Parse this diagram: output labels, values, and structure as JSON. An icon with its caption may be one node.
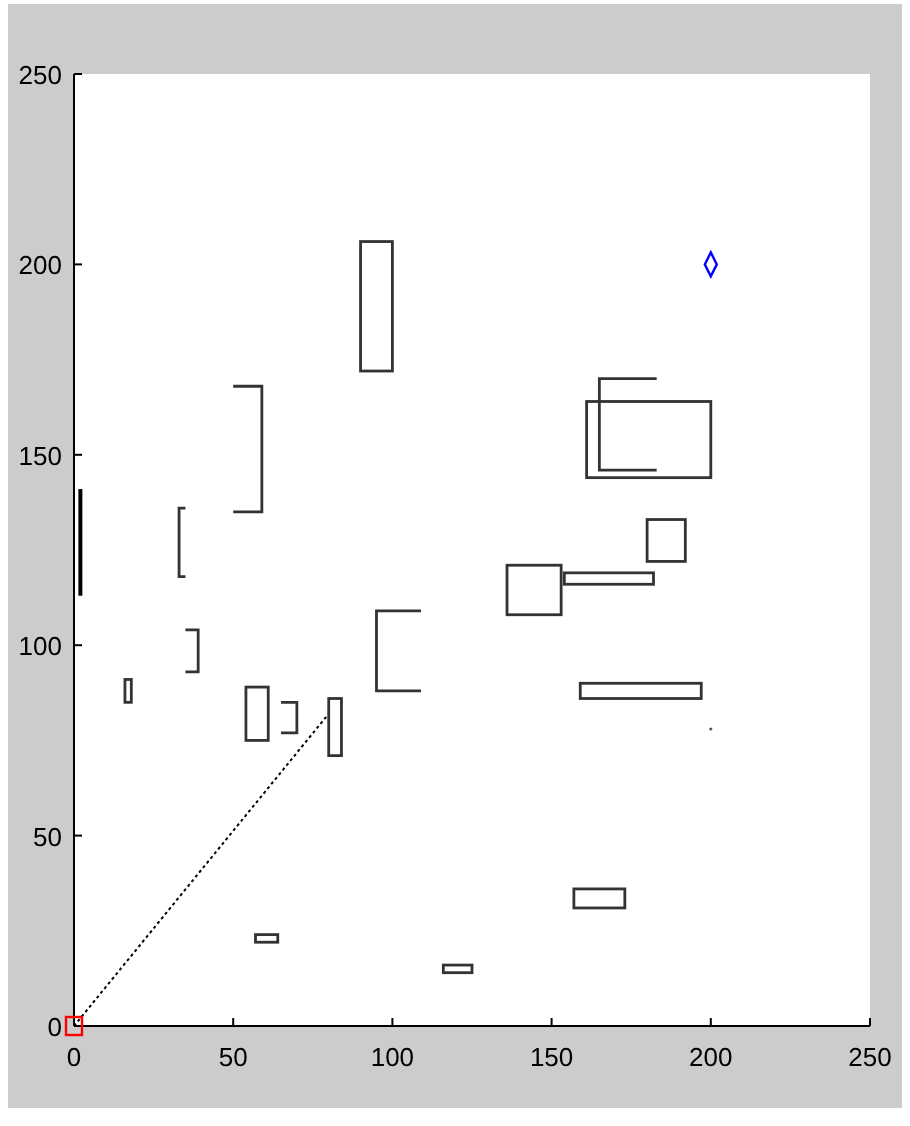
{
  "diagram": {
    "chart_data": {
      "type": "line",
      "x": [
        0,
        80,
        200
      ],
      "xlim": [
        0,
        250
      ],
      "ylim": [
        0,
        250
      ],
      "xticks": [
        0,
        50,
        100,
        150,
        200,
        250
      ],
      "yticks": [
        0,
        50,
        100,
        150,
        200,
        250
      ],
      "series": [
        {
          "color": "#000000",
          "line_style": "dashed",
          "values": [
            0,
            82,
            null
          ]
        },
        {
          "color": "#ff0000",
          "marker": "square",
          "values": [
            0,
            null,
            null
          ]
        },
        {
          "color": "#0000ff",
          "marker": "diamond",
          "values": [
            null,
            null,
            200
          ]
        }
      ]
    }
  }
}
